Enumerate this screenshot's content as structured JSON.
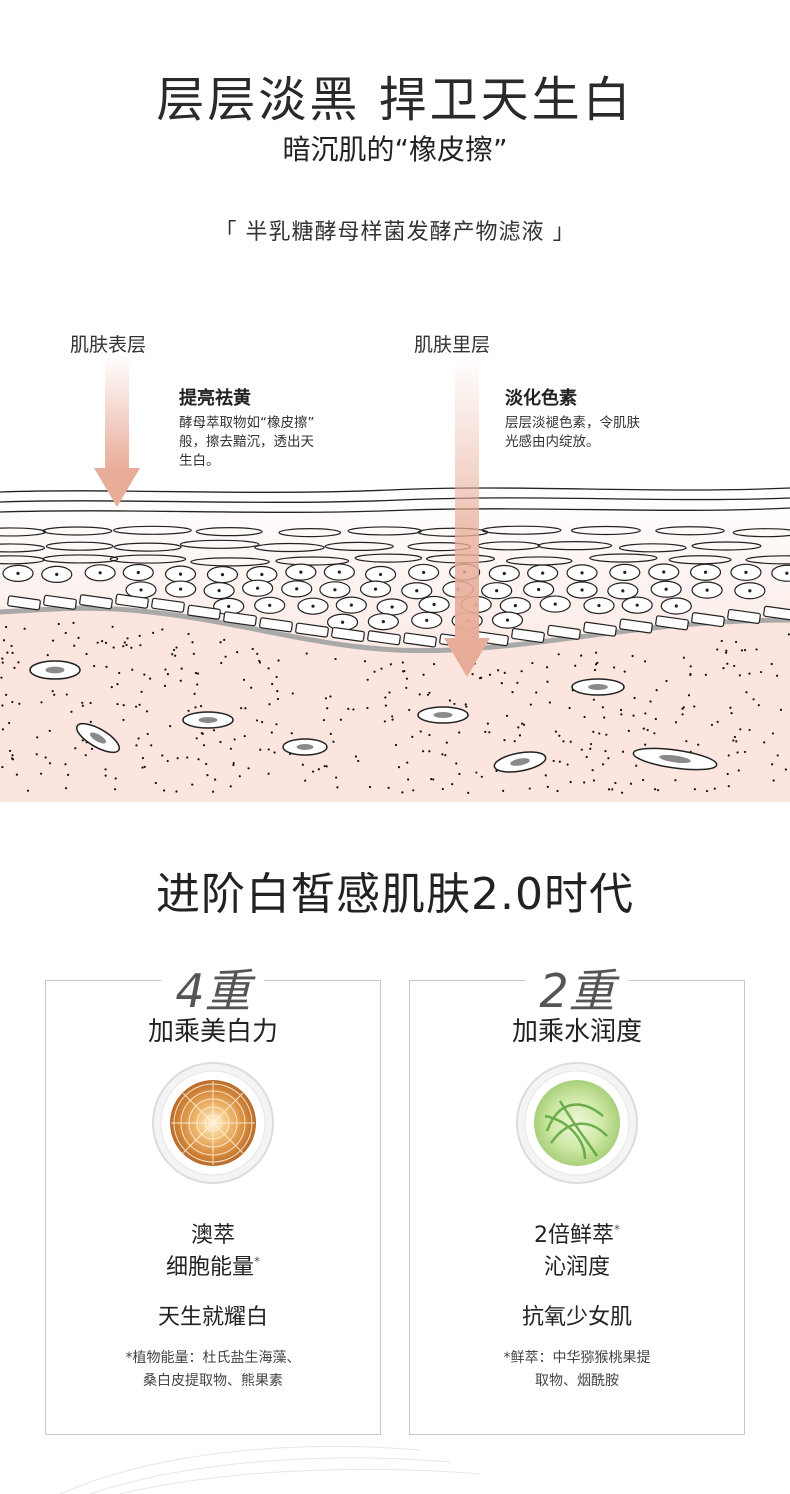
{
  "header": {
    "title": "层层淡黑 捍卫天生白",
    "subtitle": "暗沉肌的“橡皮擦”",
    "ingredient": "「 半乳糖酵母样菌发酵产物滤液 」"
  },
  "diagram": {
    "left_label": "肌肤表层",
    "right_label": "肌肤里层",
    "left_feature": {
      "title": "提亮祛黄",
      "desc_lines": [
        "酵母萃取物如“橡皮擦”",
        "般，擦去黯沉，透出天",
        "生白。"
      ]
    },
    "right_feature": {
      "title": "淡化色素",
      "desc_lines": [
        "层层淡褪色素，令肌肤",
        "光感由内绽放。"
      ]
    },
    "colors": {
      "arrow": "#e8ad99",
      "skin_top": "#fbeeea",
      "skin_dermis": "#fbe3dd",
      "basement": "#a9a9a9"
    }
  },
  "section2": {
    "title": "进阶白皙感肌肤2.0时代"
  },
  "cards": [
    {
      "num": "4重",
      "title": "加乘美白力",
      "line1": "澳萃",
      "line2": "细胞能量",
      "line2_star": "*",
      "sub": "天生就耀白",
      "note_lines": [
        "*植物能量：杜氏盐生海藻、",
        "桑白皮提取物、熊果素"
      ],
      "dish_icon": "mulberry-cell-dish-icon"
    },
    {
      "num": "2重",
      "title": "加乘水润度",
      "line1": "2倍鲜萃",
      "line1_star": "*",
      "line2": "沁润度",
      "sub": "抗氧少女肌",
      "note_lines": [
        "*鲜萃：中华猕猴桃果提",
        "取物、烟酰胺"
      ],
      "dish_icon": "green-algae-dish-icon"
    }
  ]
}
